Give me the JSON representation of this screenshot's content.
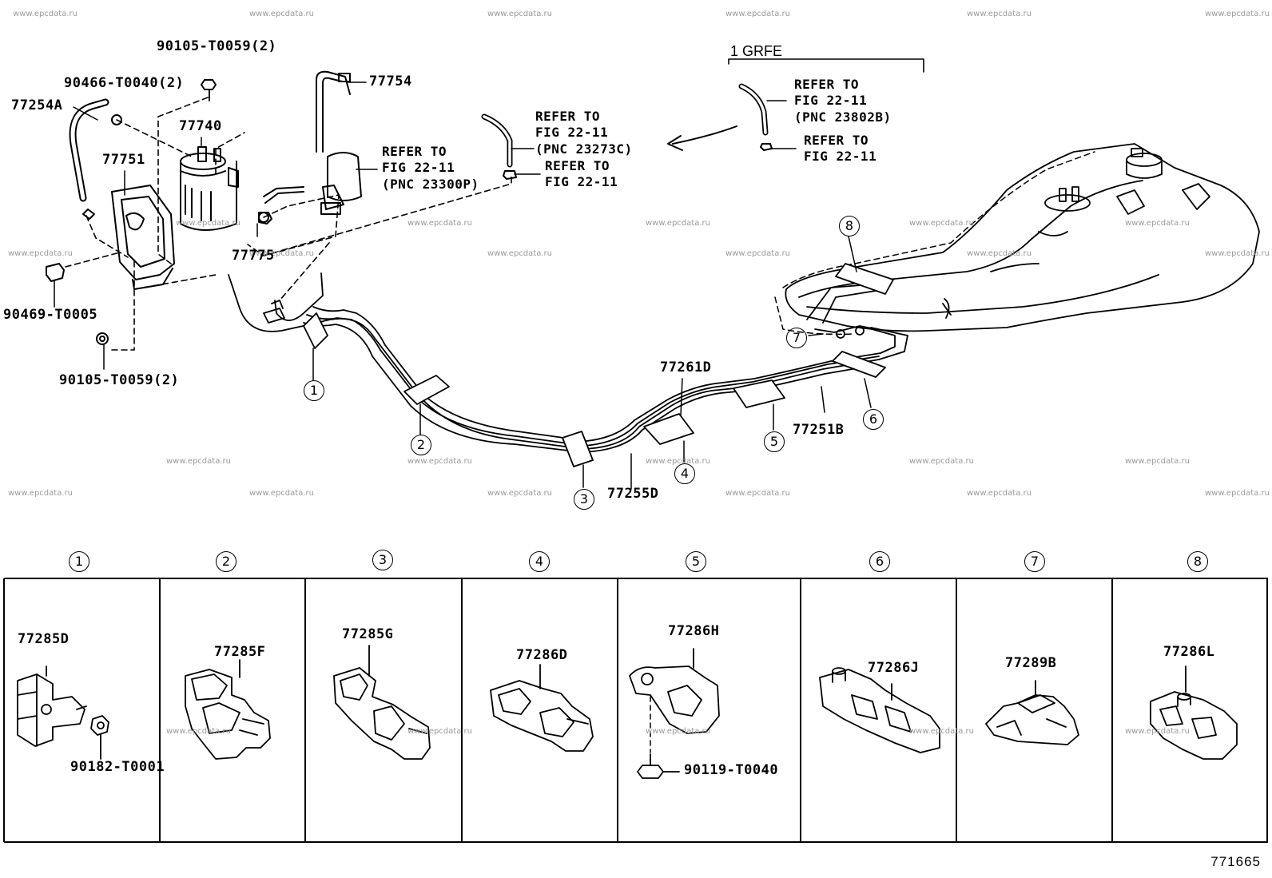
{
  "watermark": "www.epcdata.ru",
  "variant_label": "1 GRFE",
  "parts": {
    "p90105_top": "90105-T0059(2)",
    "p90466": "90466-T0040(2)",
    "p77254A": "77254A",
    "p77754": "77754",
    "p77740": "77740",
    "p77751": "77751",
    "p77775": "77775",
    "p90469": "90469-T0005",
    "p90105_bottom": "90105-T0059(2)",
    "p77261D": "77261D",
    "p77251B": "77251B",
    "p77255D": "77255D"
  },
  "refs": {
    "ref_23300P": "REFER TO\nFIG 22-11\n(PNC 23300P)",
    "ref_23273C": "REFER TO\nFIG 22-11\n(PNC 23273C)",
    "ref_fig_mid": "REFER TO\nFIG 22-11",
    "ref_23802B": "REFER TO\nFIG 22-11\n(PNC 23802B)",
    "ref_fig_right": "REFER TO\nFIG 22-11"
  },
  "callouts": [
    "1",
    "2",
    "3",
    "4",
    "5",
    "6",
    "7",
    "8"
  ],
  "panels": [
    {
      "number": "1",
      "parts": [
        "77285D",
        "90182-T0001"
      ]
    },
    {
      "number": "2",
      "parts": [
        "77285F"
      ]
    },
    {
      "number": "3",
      "parts": [
        "77285G"
      ]
    },
    {
      "number": "4",
      "parts": [
        "77286D"
      ]
    },
    {
      "number": "5",
      "parts": [
        "77286H",
        "90119-T0040"
      ]
    },
    {
      "number": "6",
      "parts": [
        "77286J"
      ]
    },
    {
      "number": "7",
      "parts": [
        "77289B"
      ]
    },
    {
      "number": "8",
      "parts": [
        "77286L"
      ]
    }
  ],
  "figure_number": "771665"
}
